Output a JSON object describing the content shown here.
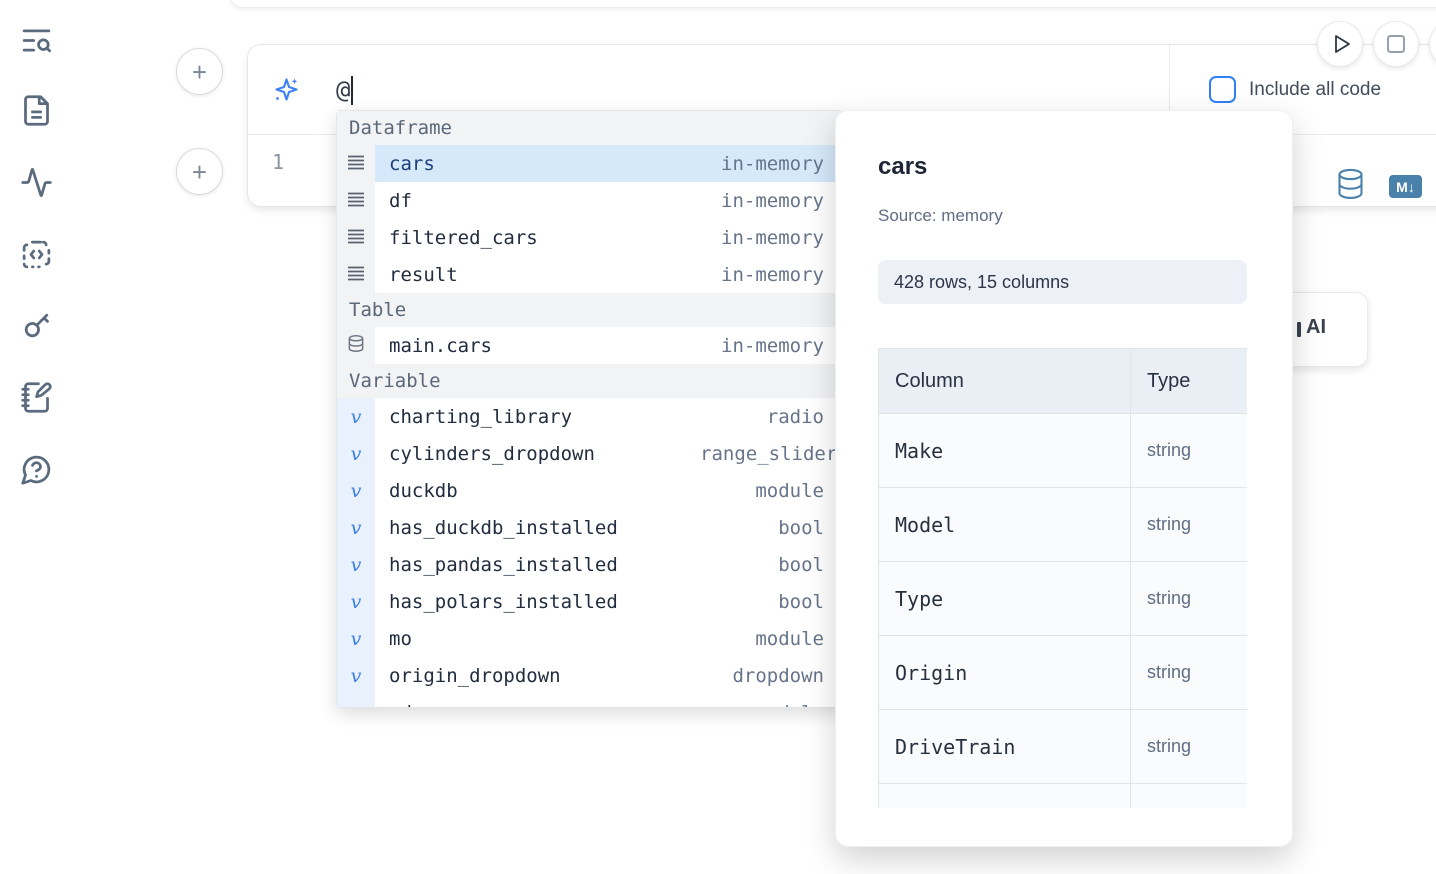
{
  "colors": {
    "accent_blue": "#3b82f6",
    "selection_blue": "#d6e9fb",
    "steel_blue": "#4a81aa",
    "sidebar_icon": "#5b6b7e"
  },
  "sidebar": {
    "icons": [
      "text-search",
      "file-text",
      "activity",
      "code-snippets",
      "key",
      "notebook-pen",
      "help-chat"
    ]
  },
  "cell": {
    "ai_prompt_value": "@",
    "include_all_code_label": "Include all code",
    "include_all_code_checked": false,
    "line_number": "1"
  },
  "autocomplete": {
    "sections": [
      {
        "label": "Dataframe",
        "items": [
          {
            "name": "cars",
            "type": "in-memory",
            "icon": "rows",
            "selected": true
          },
          {
            "name": "df",
            "type": "in-memory",
            "icon": "rows"
          },
          {
            "name": "filtered_cars",
            "type": "in-memory",
            "icon": "rows"
          },
          {
            "name": "result",
            "type": "in-memory",
            "icon": "rows"
          }
        ]
      },
      {
        "label": "Table",
        "items": [
          {
            "name": "main.cars",
            "type": "in-memory",
            "icon": "database"
          }
        ]
      },
      {
        "label": "Variable",
        "items": [
          {
            "name": "charting_library",
            "type": "radio",
            "icon": "variable"
          },
          {
            "name": "cylinders_dropdown",
            "type": "range_slider",
            "icon": "variable",
            "overflow": true
          },
          {
            "name": "duckdb",
            "type": "module",
            "icon": "variable"
          },
          {
            "name": "has_duckdb_installed",
            "type": "bool",
            "icon": "variable"
          },
          {
            "name": "has_pandas_installed",
            "type": "bool",
            "icon": "variable"
          },
          {
            "name": "has_polars_installed",
            "type": "bool",
            "icon": "variable"
          },
          {
            "name": "mo",
            "type": "module",
            "icon": "variable"
          },
          {
            "name": "origin_dropdown",
            "type": "dropdown",
            "icon": "variable"
          },
          {
            "name": "pd",
            "type": "module",
            "icon": "variable",
            "clipped": true
          }
        ]
      }
    ]
  },
  "preview": {
    "title": "cars",
    "source": "Source: memory",
    "shape": "428 rows, 15 columns",
    "table": {
      "headers": [
        "Column",
        "Type"
      ],
      "rows": [
        {
          "column": "Make",
          "type": "string"
        },
        {
          "column": "Model",
          "type": "string"
        },
        {
          "column": "Type",
          "type": "string"
        },
        {
          "column": "Origin",
          "type": "string"
        },
        {
          "column": "DriveTrain",
          "type": "string"
        }
      ]
    }
  },
  "ai_button": {
    "visible_label": "AI"
  },
  "md_badge": {
    "label": "M↓"
  }
}
